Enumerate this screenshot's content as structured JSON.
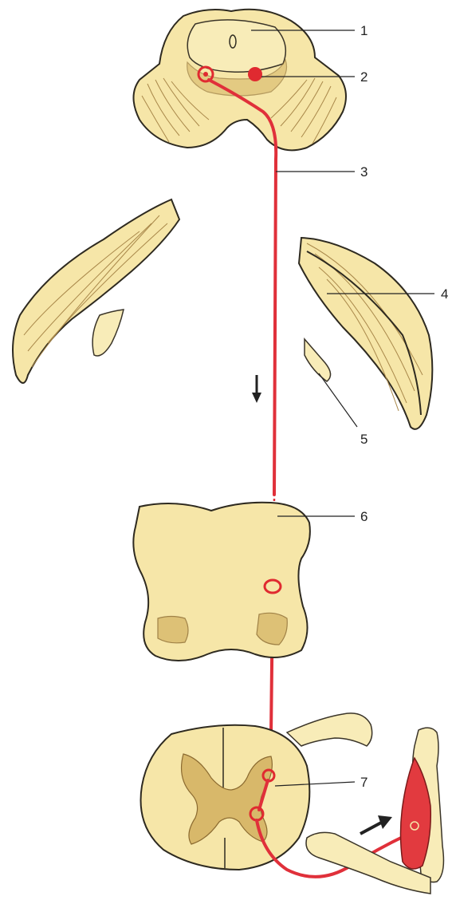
{
  "labels": [
    {
      "id": "1",
      "text": "1"
    },
    {
      "id": "2",
      "text": "2"
    },
    {
      "id": "3",
      "text": "3"
    },
    {
      "id": "4",
      "text": "4"
    },
    {
      "id": "5",
      "text": "5"
    },
    {
      "id": "6",
      "text": "6"
    },
    {
      "id": "7",
      "text": "7"
    }
  ],
  "colors": {
    "tissue": "#f6e6a8",
    "tract": "#e0303a",
    "outline": "#2e2a20",
    "gray_matter": "#d8b86a"
  },
  "icons": [
    "arrow-down-icon",
    "arrow-up-right-icon"
  ]
}
